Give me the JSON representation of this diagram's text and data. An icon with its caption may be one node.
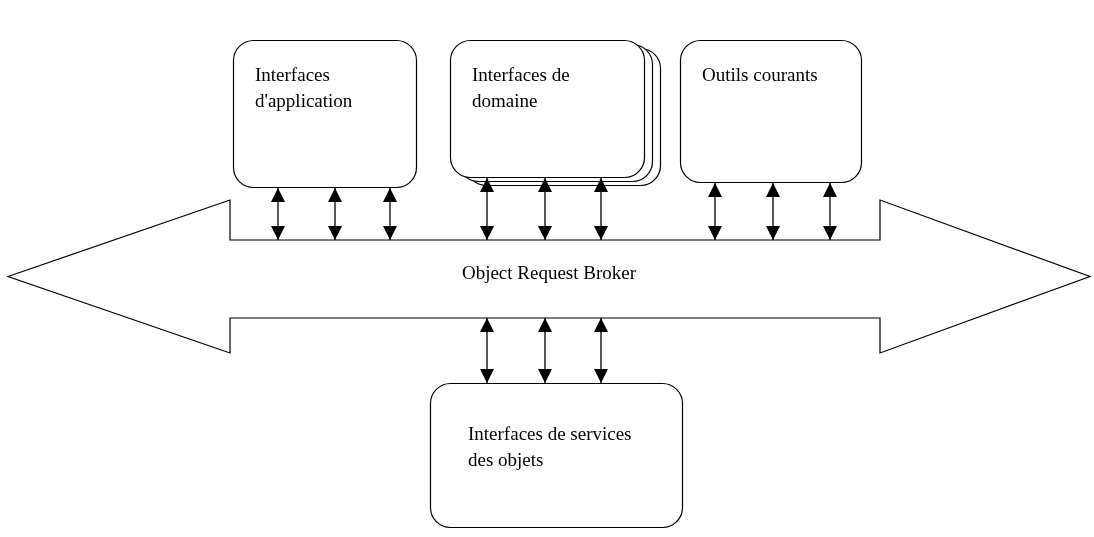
{
  "diagram": {
    "nodes": [
      {
        "text": [
          "Interfaces d'application"
        ]
      },
      {
        "text": [
          "Interfaces de domaine"
        ]
      },
      {
        "text": [
          "Outils courants"
        ]
      },
      {
        "text": [
          "Object Request Broker"
        ]
      },
      {
        "text": [
          "Interfaces de services des objets"
        ]
      }
    ],
    "edges": [
      {
        "from": 0,
        "to": 3,
        "arrow": "both"
      },
      {
        "from": 0,
        "to": 3,
        "arrow": "both"
      },
      {
        "from": 0,
        "to": 3,
        "arrow": "both"
      },
      {
        "from": 1,
        "to": 3,
        "arrow": "both"
      },
      {
        "from": 1,
        "to": 3,
        "arrow": "both"
      },
      {
        "from": 1,
        "to": 3,
        "arrow": "both"
      },
      {
        "from": 2,
        "to": 3,
        "arrow": "both"
      },
      {
        "from": 2,
        "to": 3,
        "arrow": "both"
      },
      {
        "from": 2,
        "to": 3,
        "arrow": "both"
      },
      {
        "from": 4,
        "to": 3,
        "arrow": "both"
      },
      {
        "from": 4,
        "to": 3,
        "arrow": "both"
      },
      {
        "from": 4,
        "to": 3,
        "arrow": "both"
      }
    ]
  }
}
